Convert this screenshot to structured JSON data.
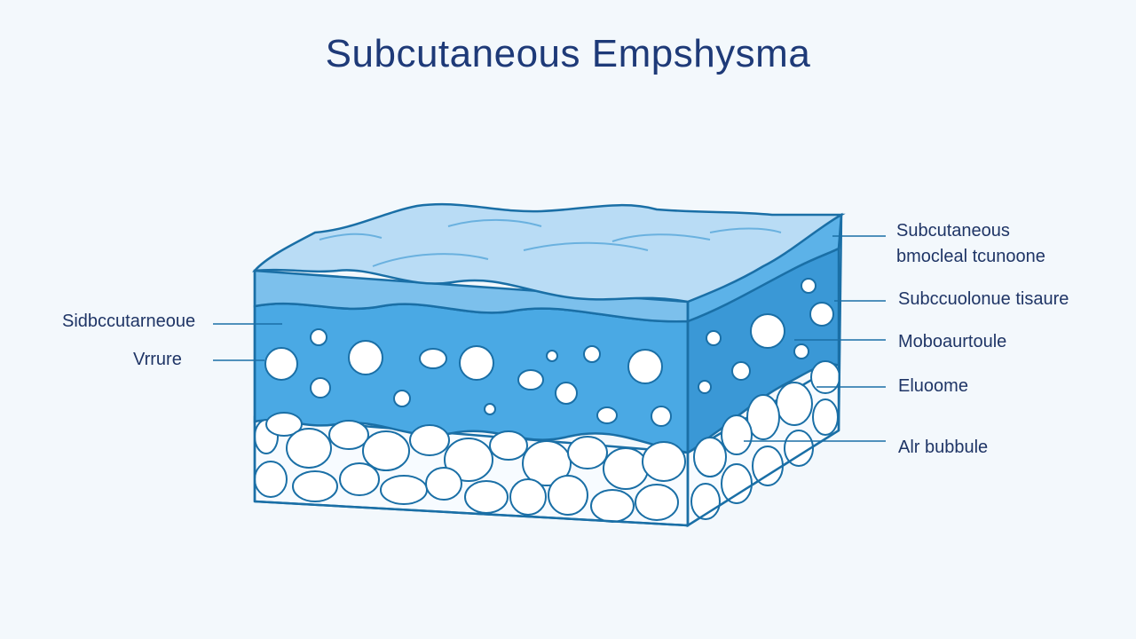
{
  "title": "Subcutaneous Empshysma",
  "left_labels": [
    "Sidbccutarneoue",
    "Vrrure"
  ],
  "right_labels": [
    "Subcutaneous",
    "bmocleal tcunoone",
    "Subccuolonue tisaure",
    "Moboaurtoule",
    "Eluoome",
    "Alr bubbule"
  ],
  "colors": {
    "background": "#f3f8fc",
    "title": "#1e3a78",
    "label": "#1f3566",
    "outline": "#1a6fa6",
    "top_layer": "#b9dcf5",
    "middle_layer": "#4aa9e4",
    "side_layer": "#3a98d6",
    "bubble": "#ffffff"
  }
}
